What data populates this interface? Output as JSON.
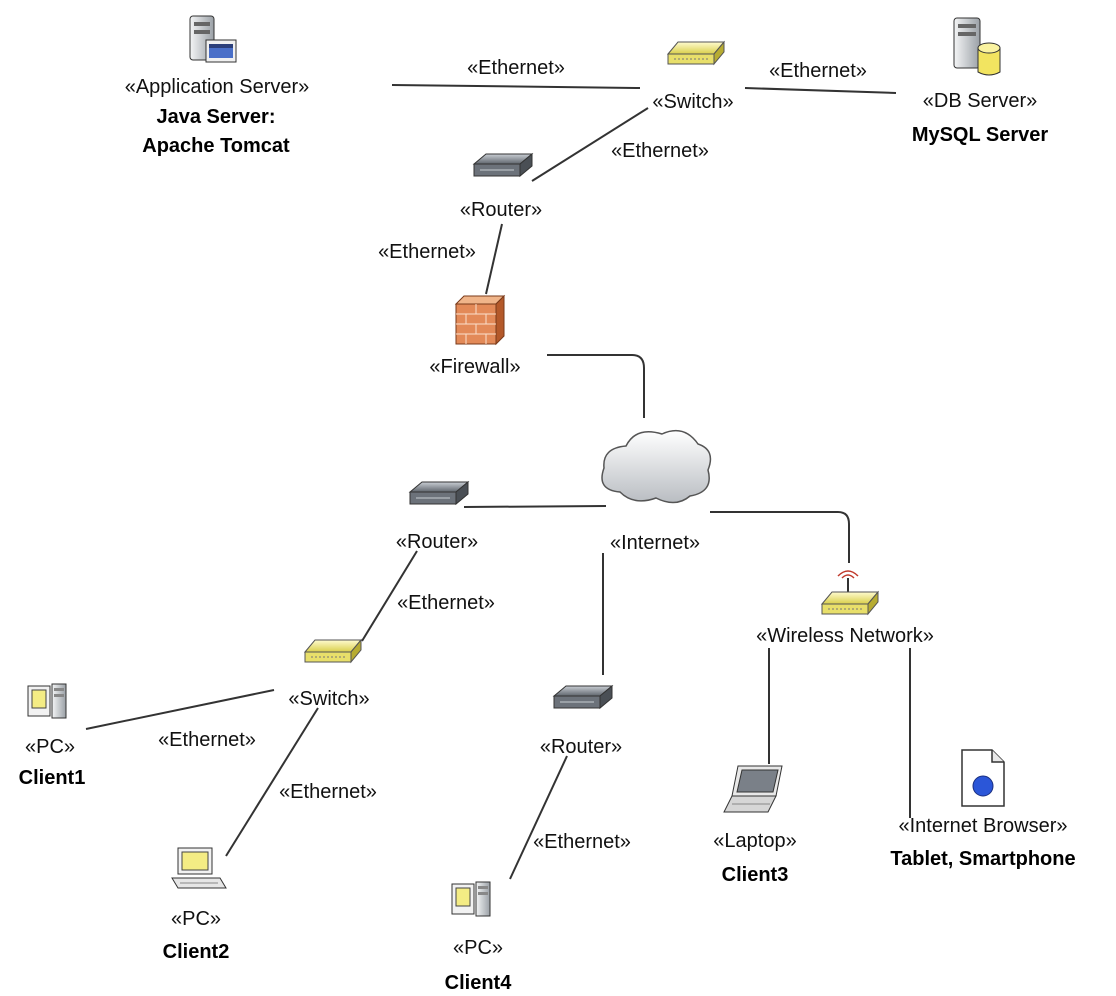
{
  "nodes": {
    "app_server": {
      "stereotype": "«Application Server»",
      "name_line1": "Java Server:",
      "name_line2": "Apache Tomcat",
      "icon": "server-icon"
    },
    "switch_top": {
      "stereotype": "«Switch»",
      "icon": "switch-icon"
    },
    "db_server": {
      "stereotype": "«DB Server»",
      "name": "MySQL Server",
      "icon": "database-server-icon"
    },
    "router_top": {
      "stereotype": "«Router»",
      "icon": "router-icon"
    },
    "firewall": {
      "stereotype": "«Firewall»",
      "icon": "firewall-icon"
    },
    "internet": {
      "stereotype": "«Internet»",
      "icon": "cloud-icon"
    },
    "router_left": {
      "stereotype": "«Router»",
      "icon": "router-icon"
    },
    "switch_bottom": {
      "stereotype": "«Switch»",
      "icon": "switch-icon"
    },
    "pc_client1": {
      "stereotype": "«PC»",
      "name": "Client1",
      "icon": "pc-tower-icon"
    },
    "pc_client2": {
      "stereotype": "«PC»",
      "name": "Client2",
      "icon": "desktop-pc-icon"
    },
    "router_mid": {
      "stereotype": "«Router»",
      "icon": "router-icon"
    },
    "pc_client4": {
      "stereotype": "«PC»",
      "name": "Client4",
      "icon": "pc-tower-icon"
    },
    "wireless": {
      "stereotype": "«Wireless Network»",
      "icon": "wireless-access-point-icon"
    },
    "laptop": {
      "stereotype": "«Laptop»",
      "name": "Client3",
      "icon": "laptop-icon"
    },
    "browser": {
      "stereotype": "«Internet Browser»",
      "name": "Tablet, Smartphone",
      "icon": "document-icon"
    }
  },
  "edges": {
    "app_switch": "«Ethernet»",
    "switch_db": "«Ethernet»",
    "switch_router": "«Ethernet»",
    "router_firewall": "«Ethernet»",
    "router_switch_bottom": "«Ethernet»",
    "switch_client1": "«Ethernet»",
    "switch_client2": "«Ethernet»",
    "router_client4": "«Ethernet»"
  },
  "colors": {
    "line": "#333333",
    "device_yellow": "#f2ec8c",
    "device_gray": "#7a8088",
    "firewall_brick": "#e89a6a",
    "cloud": "#e4e6e8",
    "browser_dot": "#2b56d8"
  }
}
